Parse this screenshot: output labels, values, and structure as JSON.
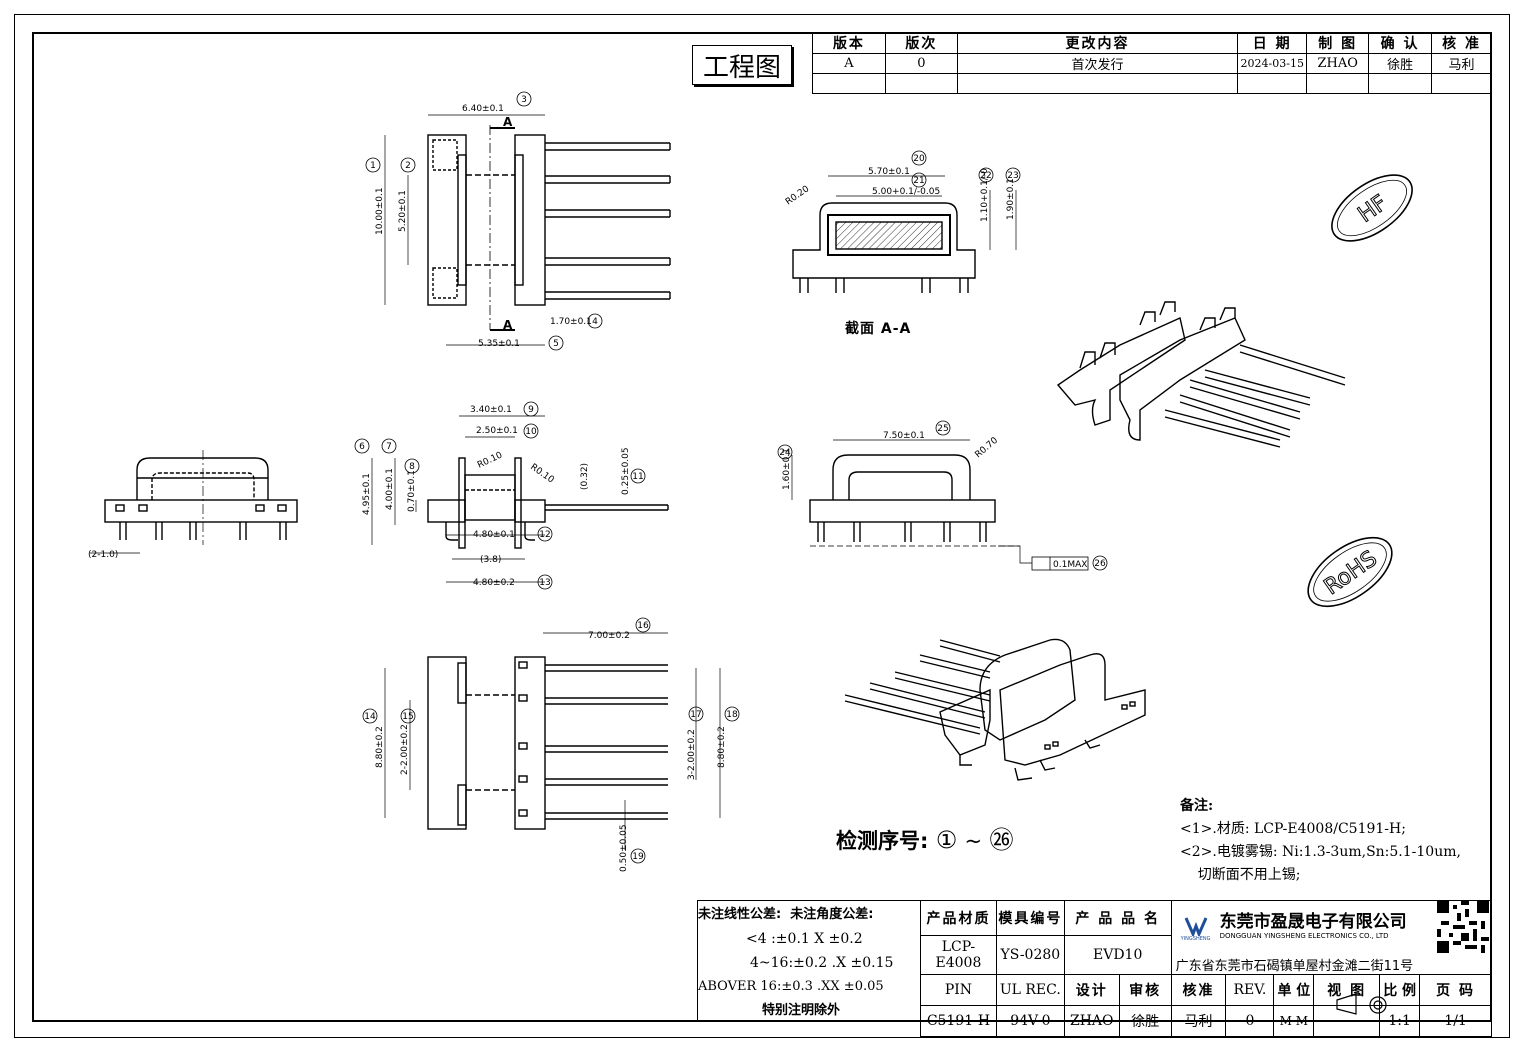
{
  "drawing_title": "工程图",
  "revision_table": {
    "headers": [
      "版本",
      "版次",
      "更改内容",
      "日 期",
      "制 图",
      "确 认",
      "核 准"
    ],
    "rows": [
      [
        "A",
        "0",
        "首次发行",
        "2024-03-15",
        "ZHAO",
        "徐胜",
        "马利"
      ]
    ]
  },
  "stamps": {
    "hf": "HF",
    "rohs": "RoHS"
  },
  "section_label": "截面 A-A",
  "section_letter": "A",
  "check_numbers": {
    "label": "检测序号:",
    "from": "①",
    "sep": "~",
    "to": "㉖"
  },
  "dims": {
    "d1": "10.00±0.1",
    "d2": "5.20±0.1",
    "d3": "6.40±0.1",
    "d4": "1.70±0.1",
    "d5": "5.35±0.1",
    "d6": "4.95±0.1",
    "d7": "4.00±0.1",
    "d8": "0.70±0.1",
    "d9": "3.40±0.1",
    "d10": "2.50±0.1",
    "d11": "0.25±0.05",
    "d12": "4.80±0.1",
    "d13": "4.80±0.2",
    "d14": "8.80±0.2",
    "d15": "2-2.00±0.2",
    "d16": "7.00±0.2",
    "d17": "3-2.00±0.2",
    "d18": "8.80±0.2",
    "d19": "0.50±0.05",
    "d20": "5.70±0.1",
    "d21": "5.00+0.1/-0.05",
    "d22": "1.10+0.1/-0",
    "d23": "1.90±0.1",
    "d24": "1.60±0.1",
    "d25": "7.50±0.1",
    "d26": "0.1MAX",
    "r1": "R0.10",
    "r2": "R0.10",
    "r3": "R0.20",
    "r4": "R0.70",
    "ref1": "(0.32)",
    "ref2": "(3.8)",
    "ref3": "(2-1.0)"
  },
  "tolerances": {
    "title": "未注线性公差:  未注角度公差:",
    "lines": [
      "<4 :±0.1  X ±0.2",
      "4~16:±0.2  .X ±0.15",
      "ABOVER 16:±0.3  .XX ±0.05",
      "特别注明除外"
    ]
  },
  "title_block": {
    "row1": [
      "产品材质",
      "模具编号",
      "产 品 品 名"
    ],
    "row2": [
      "LCP-E4008",
      "YS-0280",
      "EVD10"
    ],
    "row3": [
      "PIN",
      "UL REC.",
      "设计",
      "审核",
      "核准",
      "REV.",
      "单 位",
      "视 图",
      "比 例",
      "页 码"
    ],
    "row4": [
      "C5191-H",
      "94V-0",
      "ZHAO",
      "徐胜",
      "马利",
      "0",
      "M M",
      "",
      "1:1",
      "1/1"
    ],
    "company_cn": "东莞市盈晟电子有限公司",
    "company_en": "DONGGUAN YINGSHENG ELECTRONICS CO., LTD",
    "logo_text": "YINGSHENG",
    "address": "广东省东莞市石碣镇单屋村金滩二街11号"
  },
  "notes": {
    "title": "备注:",
    "lines": [
      "<1>.材质: LCP-E4008/C5191-H;",
      "<2>.电镀雾锡: Ni:1.3-3um,Sn:5.1-10um,",
      "    切断面不用上锡;"
    ]
  }
}
